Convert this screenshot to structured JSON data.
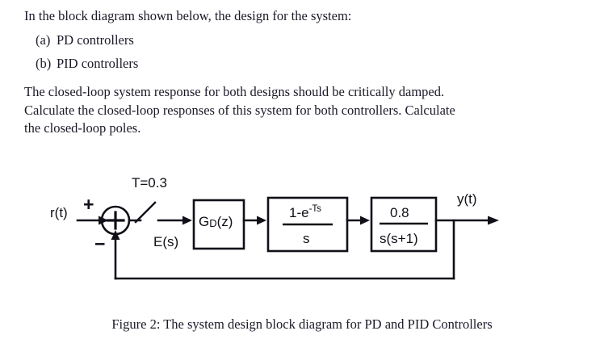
{
  "document": {
    "lead_text": "In the block diagram shown below, the design for the system:",
    "choices": [
      {
        "marker": "(a)",
        "text": "PD controllers"
      },
      {
        "marker": "(b)",
        "text": "PID controllers"
      }
    ],
    "paragraph_lines": [
      "The closed-loop system response for both designs should be critically damped.",
      "Calculate the closed-loop responses of this system for both controllers.  Calculate",
      "the closed-loop poles."
    ],
    "caption": "Figure 2: The system design block diagram for PD and PID Controllers"
  },
  "diagram": {
    "sampling_label": "T=0.3",
    "input_label": "r(t)",
    "output_label": "y(t)",
    "error_label": "E(s)",
    "sum_plus_input": "+",
    "sum_symbol": "+",
    "sum_minus_feedback": "−",
    "blocks": [
      {
        "name": "controller",
        "main": "G",
        "sub": "D",
        "tail": "(z)"
      },
      {
        "name": "zero-order-hold",
        "numerator": "1-e",
        "numerator_exponent": "-Ts",
        "denominator": "s"
      },
      {
        "name": "plant",
        "numerator": "0.8",
        "denominator": "s(s+1)"
      }
    ],
    "colors": {
      "line": "#101018",
      "text": "#1a1a28",
      "background": "#ffffff"
    }
  }
}
